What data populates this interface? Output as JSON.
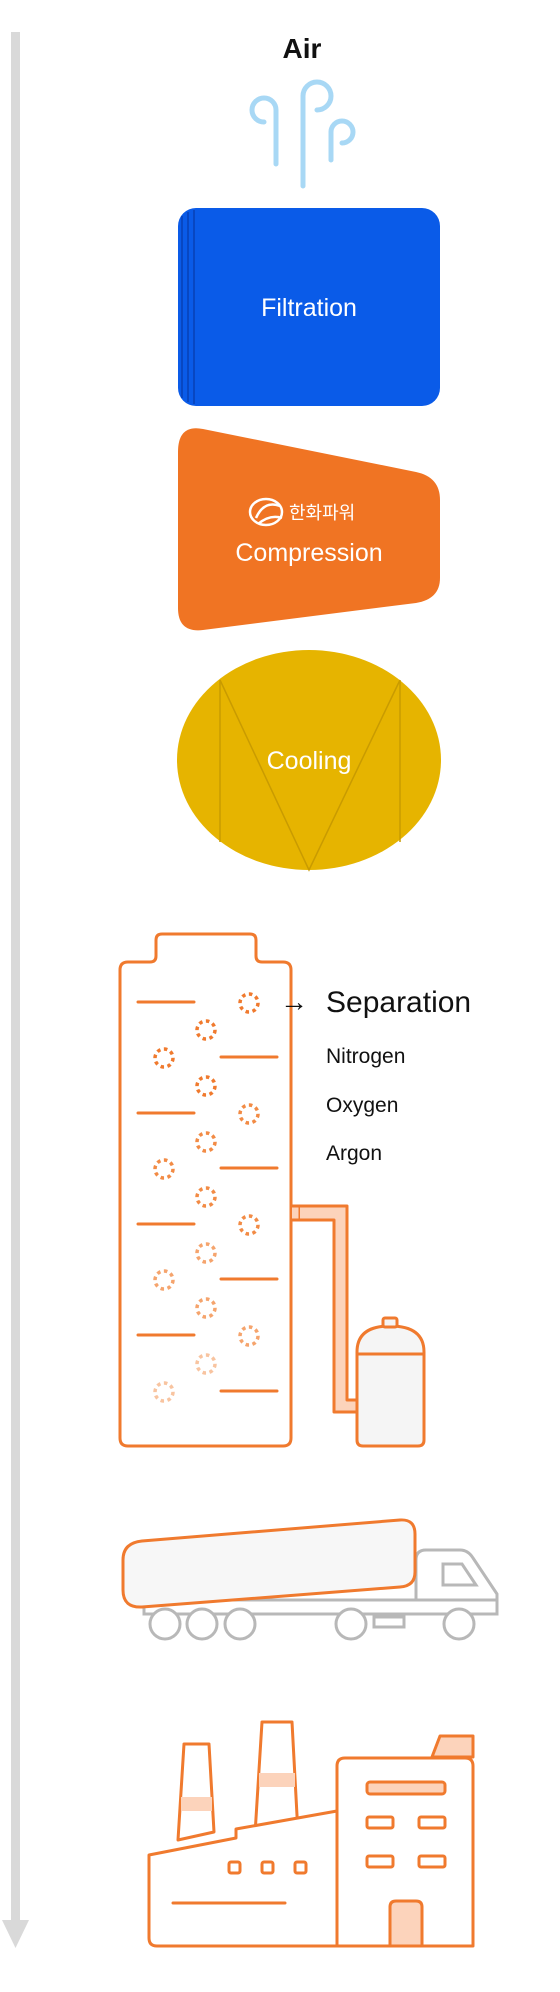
{
  "steps": {
    "air": "Air",
    "filtration": "Filtration",
    "compression": "Compression",
    "cooling": "Cooling",
    "separation": "Separation"
  },
  "brand": {
    "logo_text": "한화파워"
  },
  "arrow_symbol": "→",
  "outputs": [
    "Nitrogen",
    "Oxygen",
    "Argon"
  ],
  "colors": {
    "flow_arrow": "#d9d9d9",
    "air_icon": "#a8d8f5",
    "filtration": "#0a5be8",
    "compression": "#f07423",
    "cooling": "#e6b400",
    "equipment_outline": "#f07a2e",
    "truck_outline": "#b8b8b8"
  }
}
